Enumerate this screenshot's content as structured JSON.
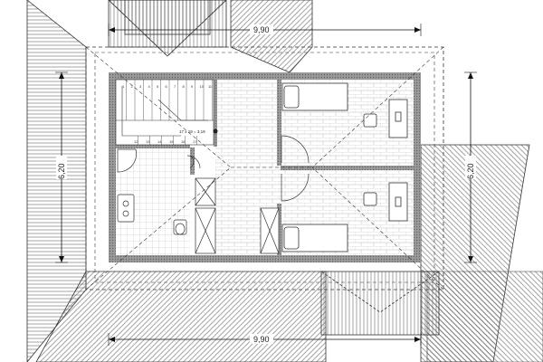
{
  "dimensions": {
    "top_width": "9,90",
    "bottom_width": "9,90",
    "left_depth": "6,20",
    "right_depth": "6,20"
  },
  "stair": {
    "formula": "17 x 19 = 3,19",
    "steps": [
      "11",
      "10",
      "9",
      "8",
      "7",
      "6",
      "5",
      "4",
      "3",
      "2",
      "1",
      "12",
      "13",
      "14",
      "15",
      "16",
      "17"
    ]
  },
  "colors": {
    "line": "#333333",
    "wall": "#888888",
    "roof": "#555555"
  }
}
